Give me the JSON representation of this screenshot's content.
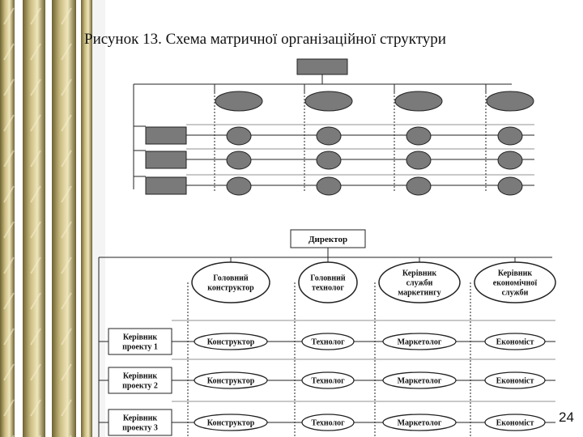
{
  "slide": {
    "title": "Рисунок 13. Схема матричної організаційної структури",
    "page_number": "24",
    "colors": {
      "stripe_dark": "#6e6231",
      "stripe_light": "#cbbd82",
      "shape_fill": "#7a7a7a",
      "line": "#222222"
    }
  },
  "chart_data": {
    "type": "diagram",
    "top_diagram": {
      "root": "",
      "columns": [
        "",
        "",
        "",
        ""
      ],
      "rows": [
        "",
        "",
        ""
      ]
    },
    "bottom_diagram": {
      "root": "Директор",
      "columns": [
        [
          "Головний",
          "конструктор"
        ],
        [
          "Головний",
          "технолог"
        ],
        [
          "Керівник",
          "служби",
          "маркетингу"
        ],
        [
          "Керівник",
          "економічної",
          "служби"
        ]
      ],
      "rows": [
        [
          "Керівник",
          "проекту 1"
        ],
        [
          "Керівник",
          "проекту 2"
        ],
        [
          "Керівник",
          "проекту 3"
        ]
      ],
      "cells": [
        "Конструктор",
        "Технолог",
        "Маркетолог",
        "Економіст"
      ]
    }
  }
}
